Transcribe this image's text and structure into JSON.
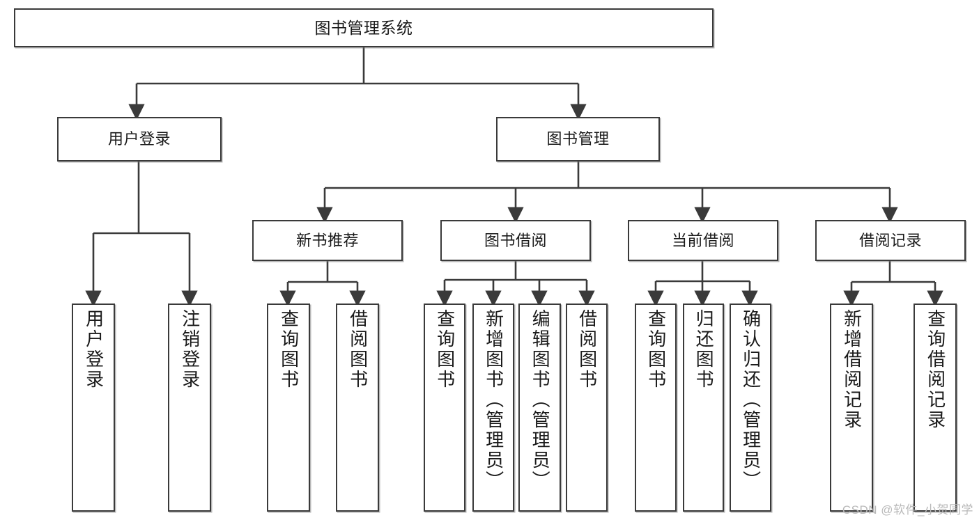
{
  "diagram": {
    "title_node": {
      "label": "图书管理系统"
    },
    "level1": [
      {
        "id": "user-login",
        "label": "用户登录"
      },
      {
        "id": "book-manage",
        "label": "图书管理"
      }
    ],
    "level2": [
      {
        "id": "new-book-rec",
        "label": "新书推荐"
      },
      {
        "id": "book-borrow",
        "label": "图书借阅"
      },
      {
        "id": "current-borrow",
        "label": "当前借阅"
      },
      {
        "id": "borrow-record",
        "label": "借阅记录"
      }
    ],
    "leaves": [
      {
        "id": "leaf-user-login",
        "label": "用户登录",
        "parent": "user-login"
      },
      {
        "id": "leaf-logout",
        "label": "注销登录",
        "parent": "user-login"
      },
      {
        "id": "leaf-query-book-1",
        "label": "查询图书",
        "parent": "new-book-rec"
      },
      {
        "id": "leaf-borrow-book-1",
        "label": "借阅图书",
        "parent": "new-book-rec"
      },
      {
        "id": "leaf-query-book-2",
        "label": "查询图书",
        "parent": "book-borrow"
      },
      {
        "id": "leaf-add-book",
        "label": "新增图书（管理员）",
        "parent": "book-borrow"
      },
      {
        "id": "leaf-edit-book",
        "label": "编辑图书（管理员）",
        "parent": "book-borrow"
      },
      {
        "id": "leaf-borrow-book-2",
        "label": "借阅图书",
        "parent": "book-borrow"
      },
      {
        "id": "leaf-query-book-3",
        "label": "查询图书",
        "parent": "current-borrow"
      },
      {
        "id": "leaf-return-book",
        "label": "归还图书",
        "parent": "current-borrow"
      },
      {
        "id": "leaf-confirm-return",
        "label": "确认归还（管理员）",
        "parent": "current-borrow"
      },
      {
        "id": "leaf-add-record",
        "label": "新增借阅记录",
        "parent": "borrow-record"
      },
      {
        "id": "leaf-query-record",
        "label": "查询借阅记录",
        "parent": "borrow-record"
      }
    ],
    "watermark": "CSDN @软件_小贺同学",
    "colors": {
      "stroke": "#3a3a3a",
      "background": "#ffffff",
      "text": "#1a1a1a",
      "watermark": "#b9b9b9"
    }
  }
}
